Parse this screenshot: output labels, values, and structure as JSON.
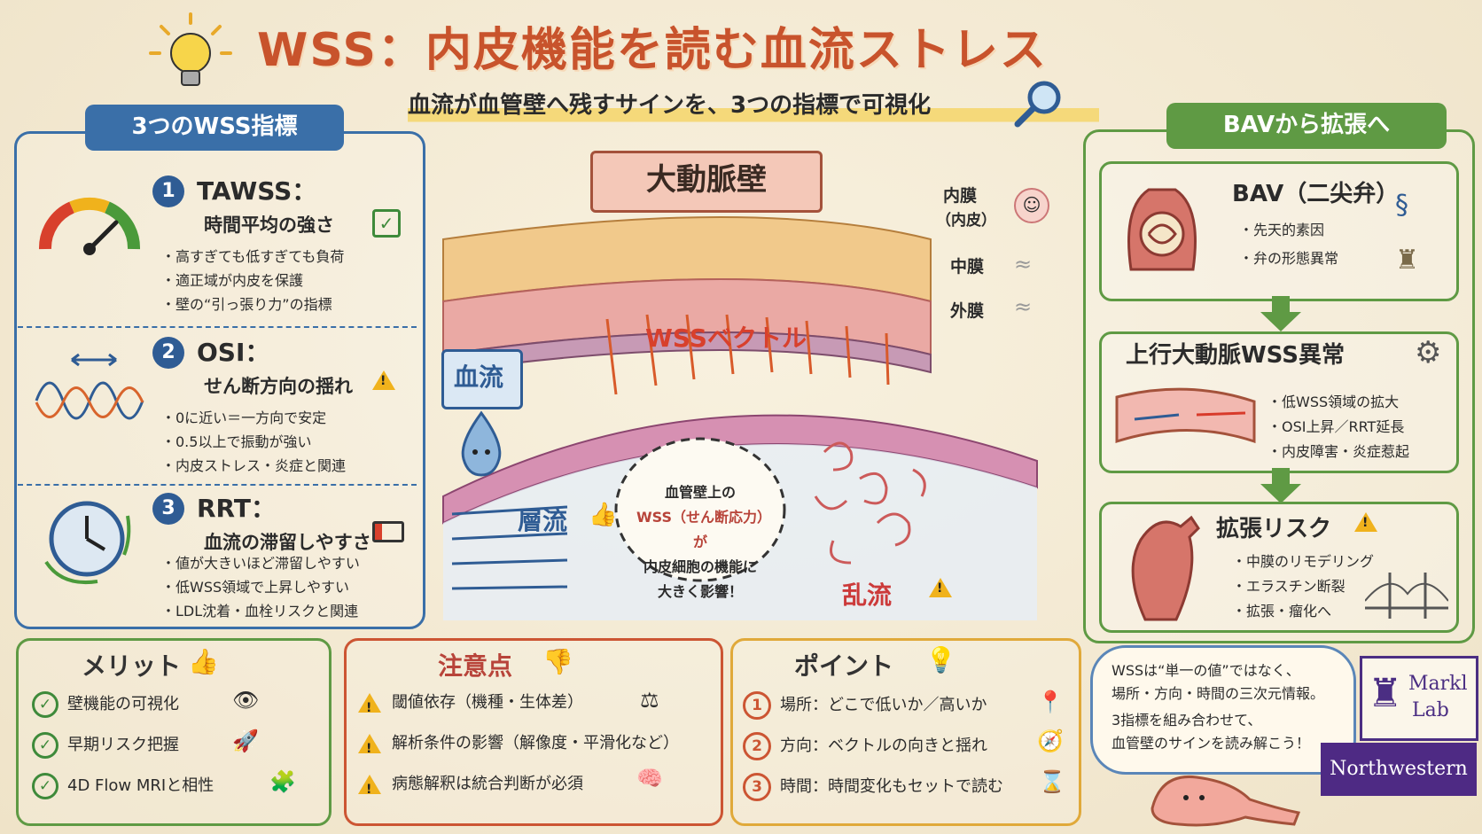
{
  "title": "WSS：内皮機能を読む血流ストレス",
  "subtitle": "血流が血管壁へ残すサインを、3つの指標で可視化",
  "left_panel": {
    "header": "3つのWSS指標",
    "metrics": [
      {
        "number": "1",
        "name": "TAWSS：",
        "sub": "時間平均の強さ",
        "bullets": [
          "・高すぎても低すぎても負荷",
          "・適正域が内皮を保護",
          "・壁の“引っ張り力”の指標"
        ]
      },
      {
        "number": "2",
        "name": "OSI：",
        "sub": "せん断方向の揺れ",
        "bullets": [
          "・0に近い＝一方向で安定",
          "・0.5以上で振動が強い",
          "・内皮ストレス・炎症と関連"
        ]
      },
      {
        "number": "3",
        "name": "RRT：",
        "sub": "血流の滞留しやすさ",
        "bullets": [
          "・値が大きいほど滞留しやすい",
          "・低WSS領域で上昇しやすい",
          "・LDL沈着・血栓リスクと関連"
        ]
      }
    ]
  },
  "center": {
    "banner": "大動脈壁",
    "layer_labels": [
      "内膜",
      "（内皮）",
      "中膜",
      "外膜"
    ],
    "wss_vector_label": "WSSベクトル",
    "bloodflow_label": "血流",
    "laminar_label": "層流",
    "turbulent_label": "乱流",
    "center_note": [
      "血管壁上の",
      "WSS（せん断応力）が",
      "内皮細胞の機能に",
      "大きく影響！"
    ]
  },
  "right_panel": {
    "header": "BAVから拡張へ",
    "boxes": [
      {
        "title": "BAV（二尖弁）",
        "bullets": [
          "・先天的素因",
          "・弁の形態異常"
        ]
      },
      {
        "title": "上行大動脈WSS異常",
        "bullets": [
          "・低WSS領域の拡大",
          "・OSI上昇／RRT延長",
          "・内皮障害・炎症惹起"
        ]
      },
      {
        "title": "拡張リスク",
        "bullets": [
          "・中膜のリモデリング",
          "・エラスチン断裂",
          "・拡張・瘤化へ"
        ]
      }
    ]
  },
  "merits": {
    "title": "メリット",
    "items": [
      "壁機能の可視化",
      "早期リスク把握",
      "4D Flow MRIと相性"
    ]
  },
  "cautions": {
    "title": "注意点",
    "items": [
      "閾値依存（機種・生体差）",
      "解析条件の影響（解像度・平滑化など）",
      "病態解釈は統合判断が必須"
    ]
  },
  "points": {
    "title": "ポイント",
    "items": [
      {
        "n": "1",
        "text": "場所：どこで低いか／高いか"
      },
      {
        "n": "2",
        "text": "方向：ベクトルの向きと揺れ"
      },
      {
        "n": "3",
        "text": "時間：時間変化もセットで読む"
      }
    ]
  },
  "bubble": [
    "WSSは“単一の値”ではなく、",
    "場所・方向・時間の三次元情報。",
    "3指標を組み合わせて、",
    "血管壁のサインを読み解こう！"
  ],
  "logos": {
    "markl_line1": "Markl",
    "markl_line2": "Lab",
    "northwestern": "Northwestern"
  },
  "colors": {
    "accent": "#c8532c",
    "blue": "#3a6fa8",
    "green": "#5f9a44",
    "red": "#cc5533",
    "purple": "#4e2a84"
  }
}
